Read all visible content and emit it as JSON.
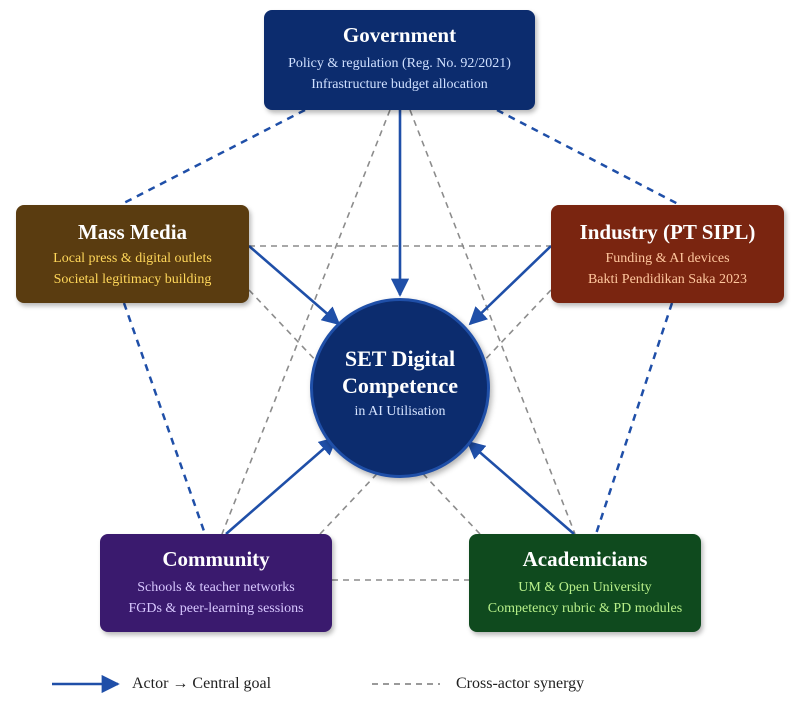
{
  "colors": {
    "arrow": "#1f4fa8",
    "actor_link": "#1f4fa8",
    "synergy": "#8c8c8c",
    "center_fill": "#0c2c6e"
  },
  "center": {
    "title_line1": "SET Digital",
    "title_line2": "Competence",
    "subtitle": "in AI Utilisation"
  },
  "actors": {
    "government": {
      "title": "Government",
      "line1": "Policy & regulation (Reg. No. 92/2021)",
      "line2": "Infrastructure budget allocation",
      "fill": "#0c2c6e"
    },
    "media": {
      "title": "Mass Media",
      "line1": "Local press & digital outlets",
      "line2": "Societal legitimacy building",
      "fill": "#5a3c10"
    },
    "industry": {
      "title": "Industry (PT SIPL)",
      "line1": "Funding & AI devices",
      "line2": "Bakti Pendidikan Saka 2023",
      "fill": "#7a2510"
    },
    "community": {
      "title": "Community",
      "line1": "Schools & teacher networks",
      "line2": "FGDs & peer-learning sessions",
      "fill": "#3a1a6e"
    },
    "academicians": {
      "title": "Academicians",
      "line1": "UM & Open University",
      "line2": "Competency rubric & PD modules",
      "fill": "#0f4a1e"
    }
  },
  "legend": {
    "arrow_label": "Actor → Central goal",
    "dashed_label": "Cross-actor synergy"
  }
}
